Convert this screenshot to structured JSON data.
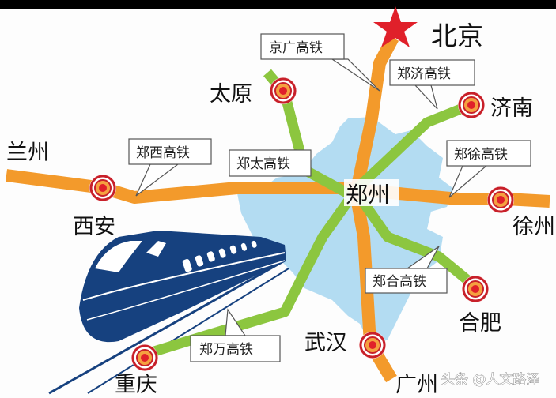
{
  "colors": {
    "orange_line": "#f39a2b",
    "green_line": "#8cc63f",
    "henan_region": "#b3dcf2",
    "train": "#16417f",
    "star": "#e0202a",
    "node_ring": "#c8202a"
  },
  "cities": {
    "beijing": "北京",
    "taiyuan": "太原",
    "jinan": "济南",
    "lanzhou": "兰州",
    "zhengzhou": "郑州",
    "xian": "西安",
    "xuzhou": "徐州",
    "hefei": "合肥",
    "wuhan": "武汉",
    "chongqing": "重庆",
    "guangzhou": "广州"
  },
  "lines": {
    "jingguang": "京广高铁",
    "zhengji": "郑济高铁",
    "zhengxi": "郑西高铁",
    "zhengtai": "郑太高铁",
    "zhengxu": "郑徐高铁",
    "zhenghe": "郑合高铁",
    "zhengwan": "郑万高铁"
  },
  "watermark": "头条 @人文路泽",
  "icons": {
    "capital": "star-icon",
    "station": "target-rings-icon",
    "train": "high-speed-train-illustration"
  }
}
